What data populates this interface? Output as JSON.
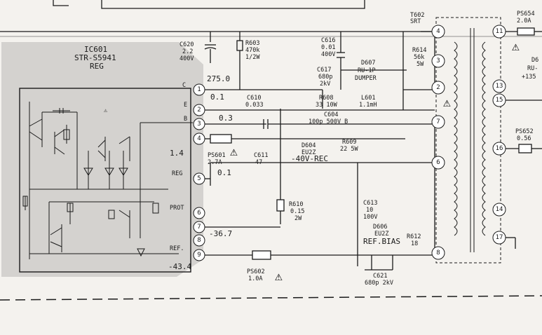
{
  "ic": {
    "ref": "IC601",
    "part": "STR-S5941",
    "func": "REG"
  },
  "ic_pins": [
    {
      "num": "1",
      "name": "C",
      "value": "275.0"
    },
    {
      "num": "2",
      "name": "E",
      "value": "0.1"
    },
    {
      "num": "3",
      "name": "B",
      "value": "0.3"
    },
    {
      "num": "4",
      "name": "",
      "value": "1.4"
    },
    {
      "num": "5",
      "name": "REG",
      "value": "0.1"
    },
    {
      "num": "6",
      "name": "PROT",
      "value": ""
    },
    {
      "num": "7",
      "name": "",
      "value": "-36.7"
    },
    {
      "num": "8",
      "name": "",
      "value": ""
    },
    {
      "num": "9",
      "name": "REF.",
      "value": "-43.4"
    }
  ],
  "components": {
    "c620": {
      "ref": "C620",
      "v1": "2.2",
      "v2": "400V"
    },
    "r603": {
      "ref": "R603",
      "v1": "470k",
      "v2": "1/2W"
    },
    "c616": {
      "ref": "C616",
      "v1": "0.01",
      "v2": "400V"
    },
    "c617": {
      "ref": "C617",
      "v1": "680p",
      "v2": "2kV"
    },
    "d607": {
      "ref": "D607",
      "v1": "RU-1P",
      "v2": "DUMPER"
    },
    "r614": {
      "ref": "R614",
      "v1": "56k",
      "v2": "5W"
    },
    "r608": {
      "ref": "R608",
      "v1": "33 10W"
    },
    "l601": {
      "ref": "L601",
      "v1": "1.1mH"
    },
    "c610": {
      "ref": "C610",
      "v1": "0.033"
    },
    "c604": {
      "ref": "C604",
      "v1": "100p 500V B"
    },
    "d604": {
      "ref": "D604",
      "v1": "EU2Z"
    },
    "r609": {
      "ref": "R609",
      "v1": "22 5W"
    },
    "ps601": {
      "ref": "PS601",
      "v1": "2.7A"
    },
    "c611": {
      "ref": "C611",
      "v1": "47"
    },
    "rec_label": "-40V-REC",
    "r610": {
      "ref": "R610",
      "v1": "0.15",
      "v2": "2W"
    },
    "c613": {
      "ref": "C613",
      "v1": "10",
      "v2": "100V"
    },
    "d606": {
      "ref": "D606",
      "v1": "EU2Z"
    },
    "ref_bias": "REF.BIAS",
    "r612": {
      "ref": "R612",
      "v1": "18"
    },
    "c621": {
      "ref": "C621",
      "v1": "680p 2kV"
    },
    "ps602": {
      "ref": "PS602",
      "v1": "1.0A"
    },
    "t602": {
      "ref": "T602",
      "v1": "SRT"
    },
    "ps654": {
      "ref": "PS654",
      "v1": "2.0A"
    },
    "ps652": {
      "ref": "PS652",
      "v1": "0.56"
    },
    "ru_edge": "RU-",
    "plus135": "+135",
    "d6_edge": "D6"
  },
  "t602_primary_pins": [
    "4",
    "3",
    "2",
    "7",
    "6",
    "8"
  ],
  "t602_secondary_pins": [
    "11",
    "13",
    "15",
    "16",
    "14",
    "17"
  ]
}
